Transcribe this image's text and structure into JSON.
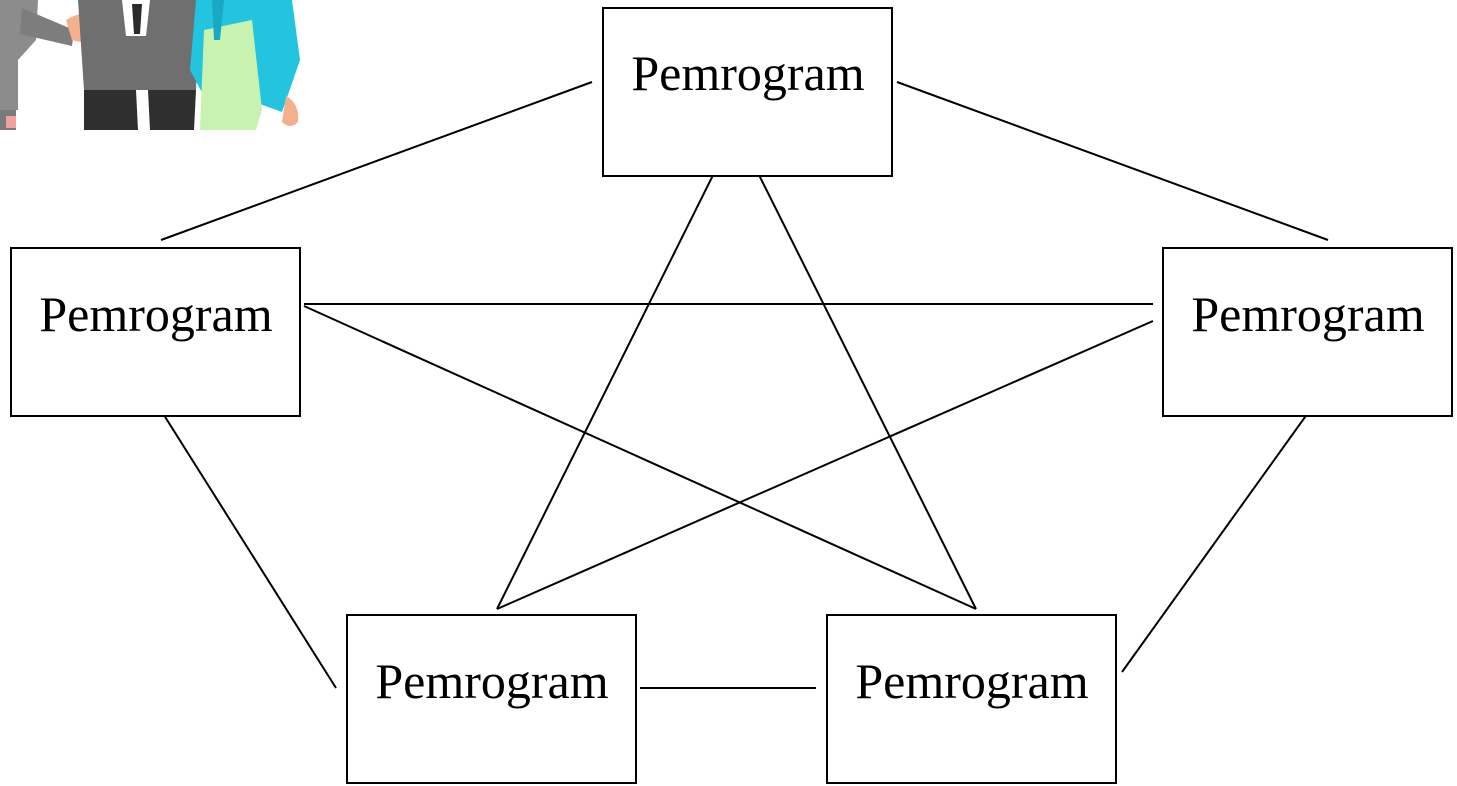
{
  "nodes": {
    "top": {
      "label": "Pemrogram"
    },
    "left": {
      "label": "Pemrogram"
    },
    "right": {
      "label": "Pemrogram"
    },
    "bottom_left": {
      "label": "Pemrogram"
    },
    "bottom_right": {
      "label": "Pemrogram"
    }
  },
  "clipart": {
    "icon": "people-handshake-illustration"
  },
  "colors": {
    "line": "#000000",
    "box_border": "#000000",
    "background": "#ffffff"
  }
}
